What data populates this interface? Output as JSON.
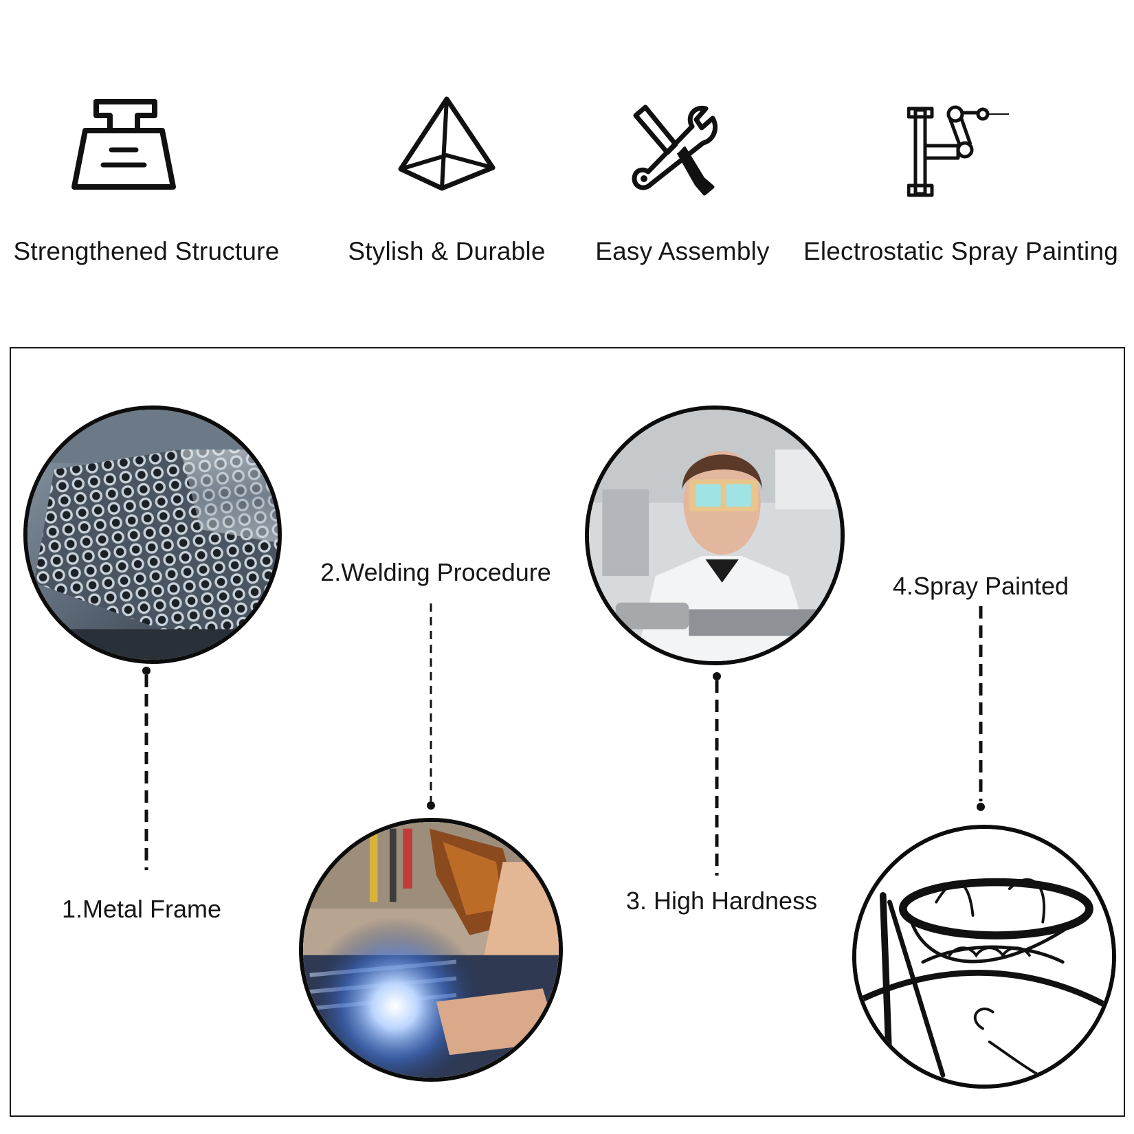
{
  "features": [
    {
      "label": "Strengthened Structure",
      "icon": "weight-icon"
    },
    {
      "label": "Stylish & Durable",
      "icon": "pyramid-icon"
    },
    {
      "label": "Easy Assembly",
      "icon": "wrench-screwdriver-icon"
    },
    {
      "label": "Electrostatic Spray Painting",
      "icon": "robotic-arm-icon"
    }
  ],
  "steps": [
    {
      "label": "1.Metal Frame",
      "photo": "metal-tubes-photo"
    },
    {
      "label": "2.Welding Procedure",
      "photo": "welder-photo"
    },
    {
      "label": "3. High Hardness",
      "photo": "goggles-worker-photo"
    },
    {
      "label": "4.Spray Painted",
      "photo": "plant-stand-photo"
    }
  ],
  "colors": {
    "ink": "#161616",
    "border": "#0c0c0c",
    "background": "#ffffff"
  }
}
